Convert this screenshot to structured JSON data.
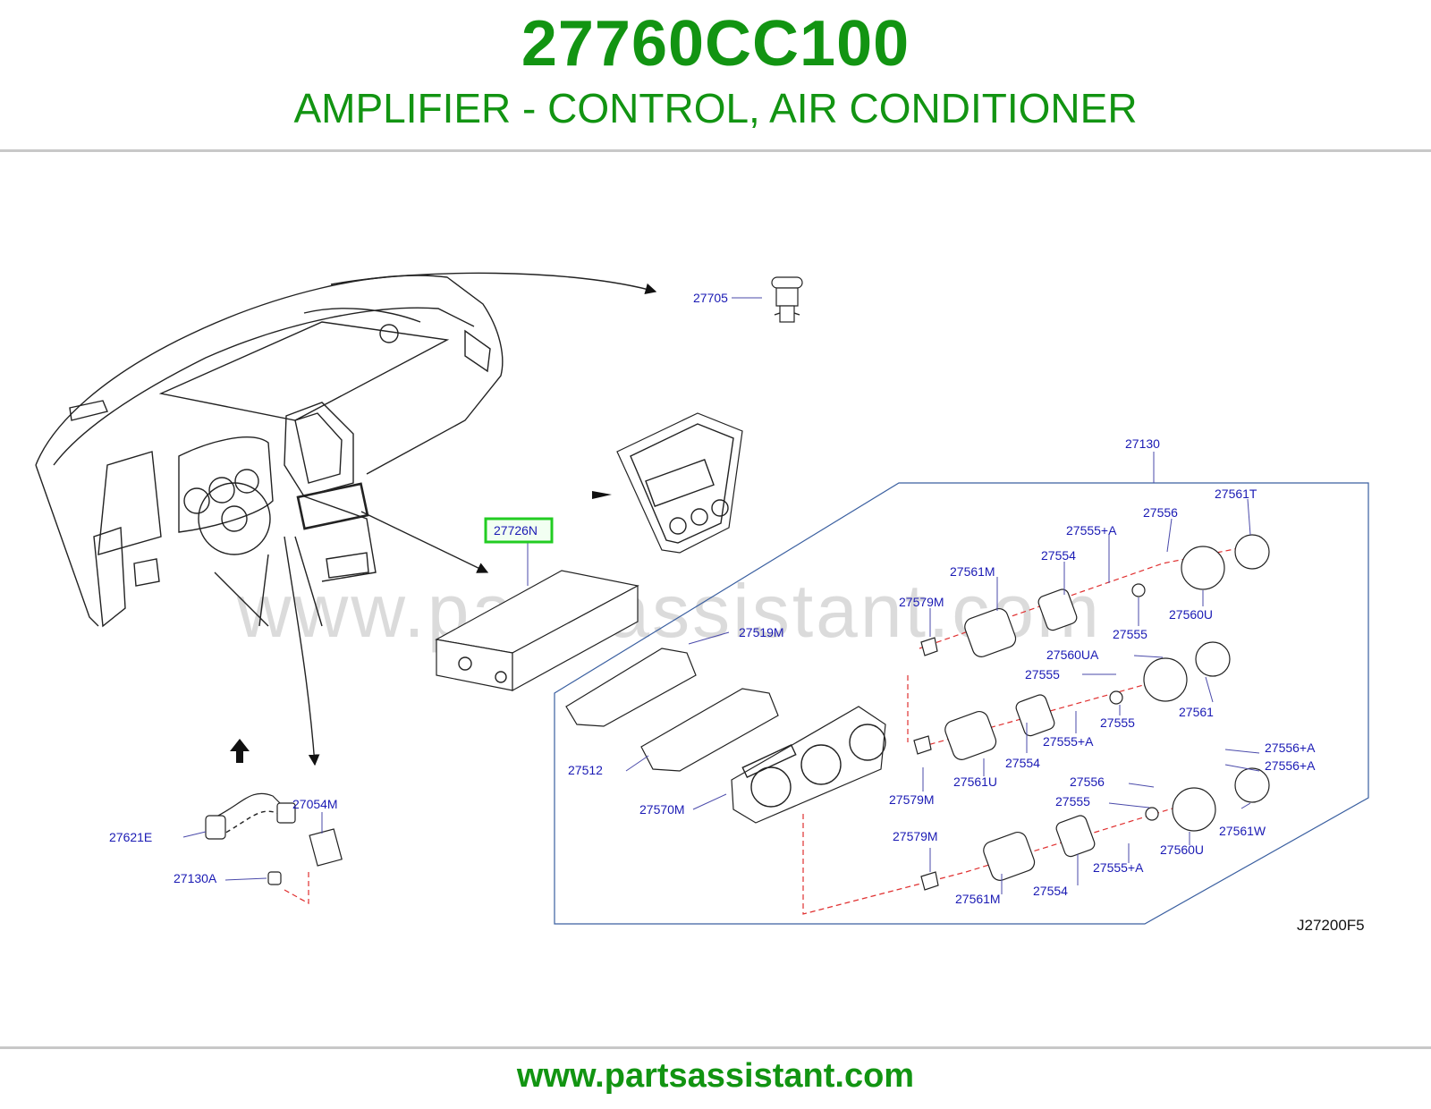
{
  "header": {
    "part_number": "27760CC100",
    "description": "AMPLIFIER - CONTROL, AIR CONDITIONER"
  },
  "watermark": "www.partsassistant.com",
  "diagram": {
    "code": "J27200F5",
    "highlighted": "27726N",
    "callouts": [
      "27705",
      "27726N",
      "27519M",
      "27512",
      "27570M",
      "27130",
      "27561T",
      "27556",
      "27555+A",
      "27554",
      "27561M",
      "27579M",
      "27560U",
      "27555",
      "27560UA",
      "27555",
      "27561",
      "27555",
      "27555+A",
      "27554",
      "27561U",
      "27579M",
      "27556+A",
      "27556+A",
      "27556",
      "27555",
      "27561W",
      "27560U",
      "27555+A",
      "27554",
      "27579M",
      "27561M",
      "27054M",
      "27621E",
      "27130A"
    ]
  },
  "footer": {
    "url": "www.partsassistant.com"
  },
  "colors": {
    "brand_green": "#129412",
    "callout_blue": "#1a1ab4",
    "highlight": "#22cc22"
  }
}
